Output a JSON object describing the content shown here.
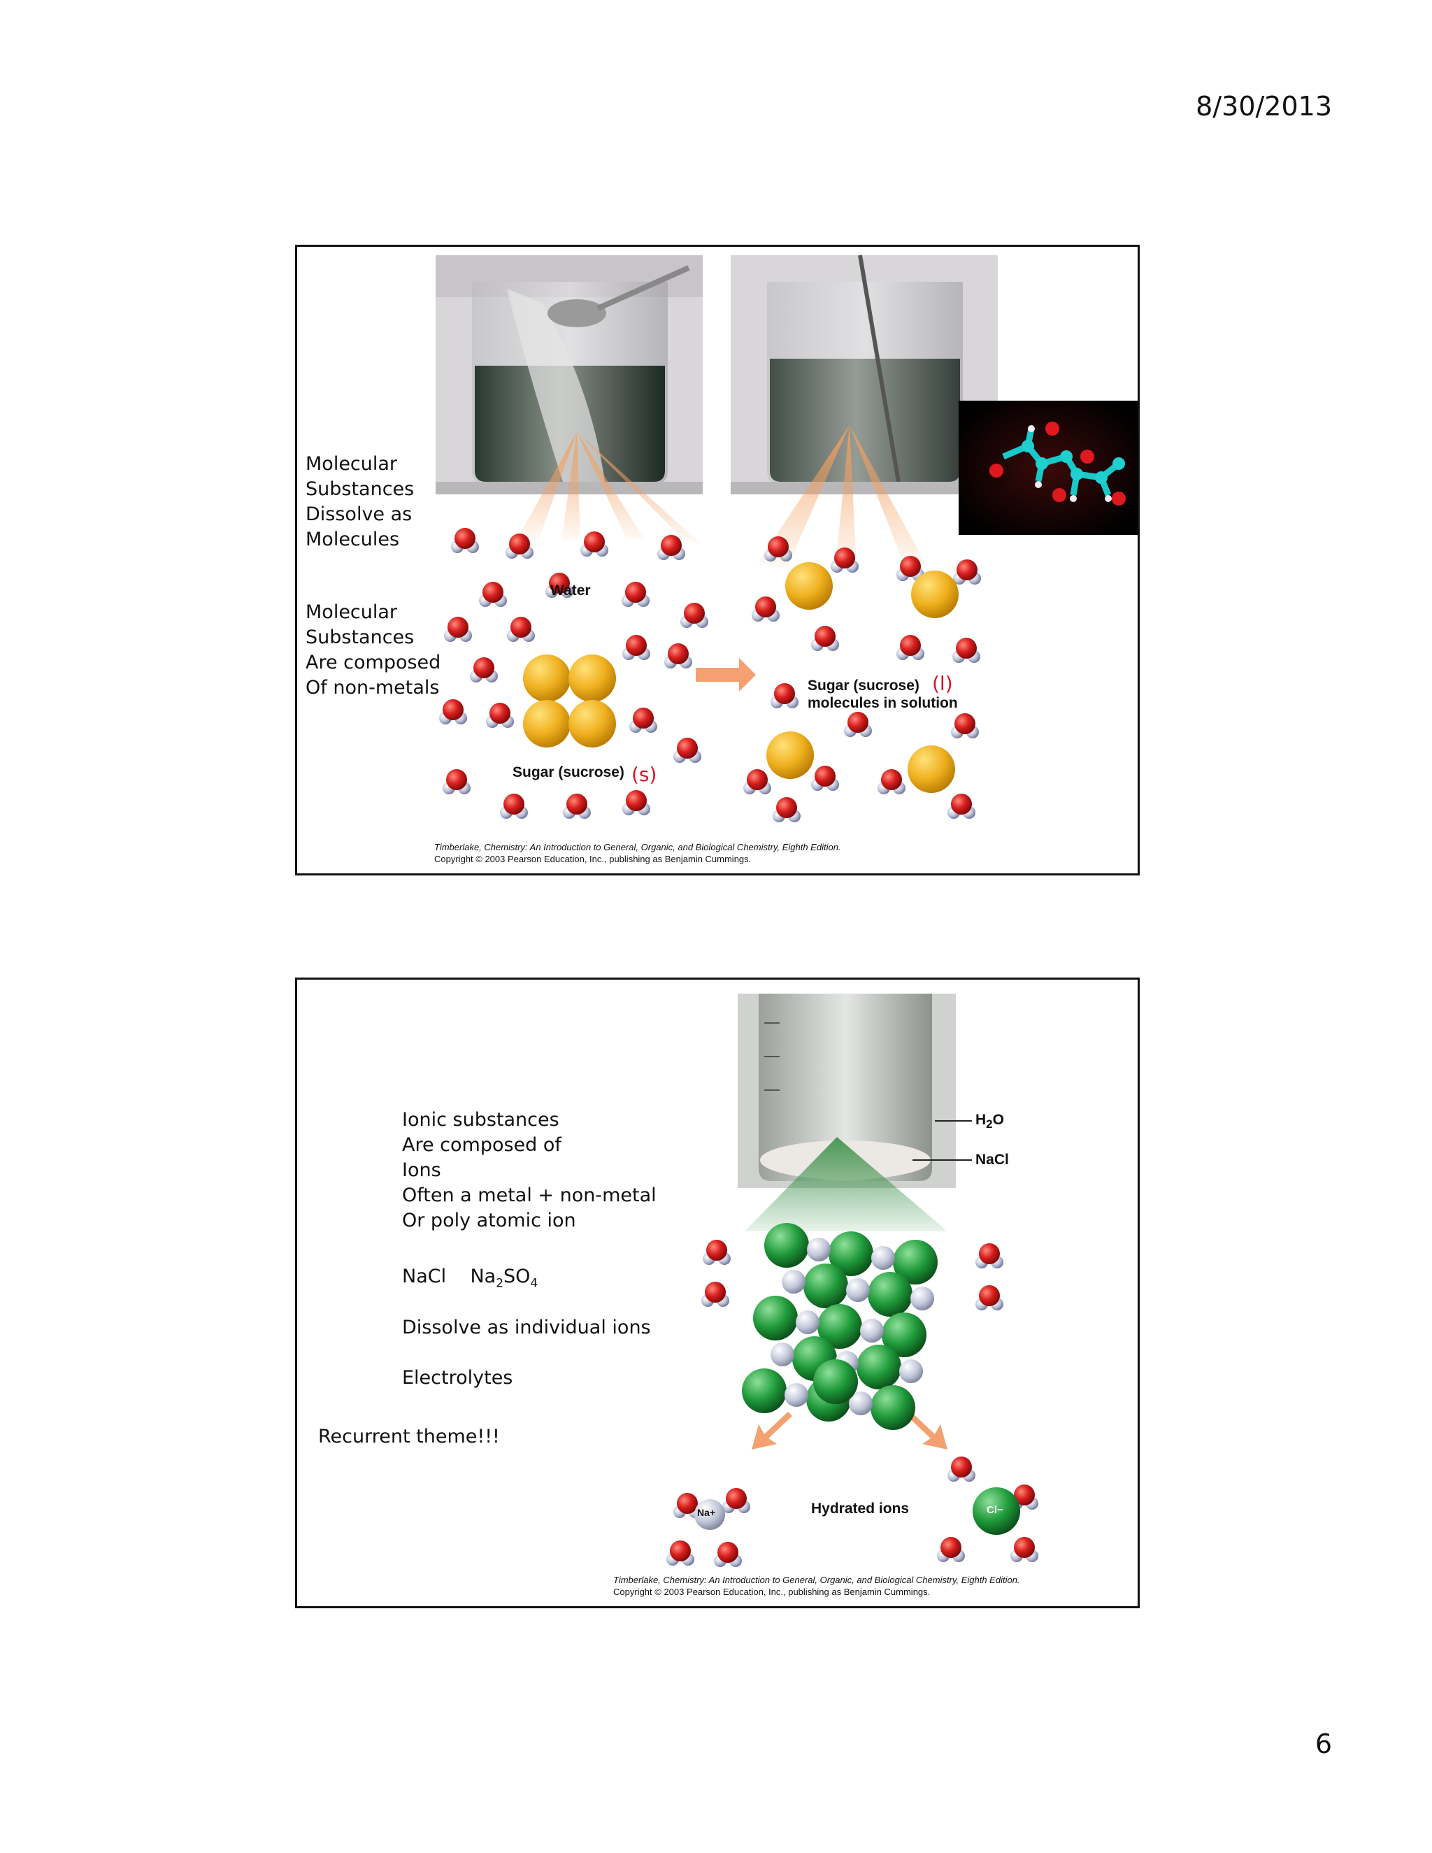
{
  "header": {
    "date": "8/30/2013"
  },
  "footer": {
    "page_number": "6"
  },
  "slide1": {
    "text_block_1": [
      "Molecular",
      "Substances",
      "Dissolve as",
      "Molecules"
    ],
    "text_block_2": [
      "Molecular",
      "Substances",
      "Are composed",
      "Of non-metals"
    ],
    "figure": {
      "water_label": "Water",
      "sugar_label": "Sugar (sucrose)",
      "solution_label_line1": "Sugar (sucrose)",
      "solution_label_line2": "molecules in solution",
      "annotation_solid": "(s)",
      "annotation_liquid": "(l)",
      "credit_line1": "Timberlake, Chemistry: An Introduction to General, Organic, and Biological Chemistry, Eighth Edition.",
      "credit_line2": "Copyright © 2003 Pearson Education, Inc., publishing as Benjamin Cummings."
    }
  },
  "slide2": {
    "text_lines": [
      "Ionic substances",
      "Are composed of",
      "Ions",
      "Often a metal + non-metal",
      "Or poly atomic ion"
    ],
    "formula_1": "NaCl",
    "formula_2_base": "Na",
    "formula_2_sub1": "2",
    "formula_2_mid": "SO",
    "formula_2_sub2": "4",
    "line_dissolve": "Dissolve as individual ions",
    "line_electrolytes": "Electrolytes",
    "line_recurrent": "Recurrent theme!!!",
    "figure": {
      "h2o_label_base": "H",
      "h2o_label_sub": "2",
      "h2o_label_end": "O",
      "nacl_label": "NaCl",
      "hydrated_label": "Hydrated ions",
      "na_ion": "Na+",
      "cl_ion": "Cl−",
      "credit_line1": "Timberlake, Chemistry: An Introduction to General, Organic, and Biological Chemistry, Eighth Edition.",
      "credit_line2": "Copyright © 2003 Pearson Education, Inc., publishing as Benjamin Cummings."
    }
  },
  "colors": {
    "oxygen": "#d81e1e",
    "hydrogen": "#b8bfd6",
    "sugar": "#f0b020",
    "chloride": "#1f9a3a",
    "sodium": "#c0c6d8",
    "annotation": "#d9142b"
  }
}
